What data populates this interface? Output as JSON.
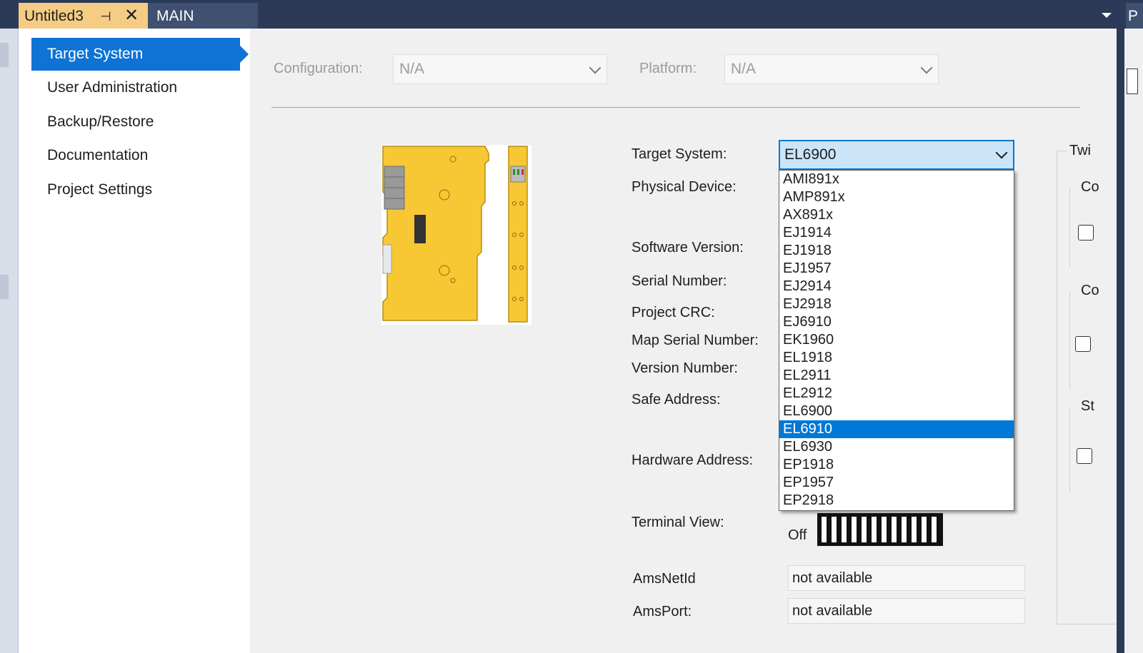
{
  "tabs": {
    "active_title": "Untitled3",
    "active_pin": "⊣",
    "active_close": "✕",
    "second_title": "MAIN",
    "right_partial": "P"
  },
  "nav": {
    "items": [
      {
        "label": "Target System",
        "selected": true
      },
      {
        "label": "User Administration",
        "selected": false
      },
      {
        "label": "Backup/Restore",
        "selected": false
      },
      {
        "label": "Documentation",
        "selected": false
      },
      {
        "label": "Project Settings",
        "selected": false
      }
    ]
  },
  "config": {
    "configuration_label": "Configuration:",
    "configuration_value": "N/A",
    "platform_label": "Platform:",
    "platform_value": "N/A"
  },
  "props": {
    "target_system_label": "Target System:",
    "target_system_value": "EL6900",
    "physical_device_label": "Physical Device:",
    "software_version_label": "Software Version:",
    "serial_number_label": "Serial Number:",
    "project_crc_label": "Project CRC:",
    "map_serial_number_label": "Map Serial Number:",
    "version_number_label": "Version Number:",
    "safe_address_label": "Safe Address:",
    "hardware_address_label": "Hardware Address:",
    "terminal_view_label": "Terminal View:",
    "terminal_view_off": "Off",
    "amsnetid_label": "AmsNetId",
    "amsnetid_value": "not available",
    "amsport_label": "AmsPort:",
    "amsport_value": "not available"
  },
  "dropdown": {
    "options": [
      "AMI891x",
      "AMP891x",
      "AX891x",
      "EJ1914",
      "EJ1918",
      "EJ1957",
      "EJ2914",
      "EJ2918",
      "EJ6910",
      "EK1960",
      "EL1918",
      "EL2911",
      "EL2912",
      "EL6900",
      "EL6910",
      "EL6930",
      "EP1918",
      "EP1957",
      "EP2918"
    ],
    "highlighted": "EL6910"
  },
  "right_panel": {
    "group_title": "Twi",
    "sub1": "Co",
    "sub2": "Co",
    "sub3": "St"
  },
  "colors": {
    "accent": "#0e73d4",
    "tab_active": "#f5cc84",
    "frame": "#2b3a56",
    "terminal_yellow": "#f7c833"
  }
}
